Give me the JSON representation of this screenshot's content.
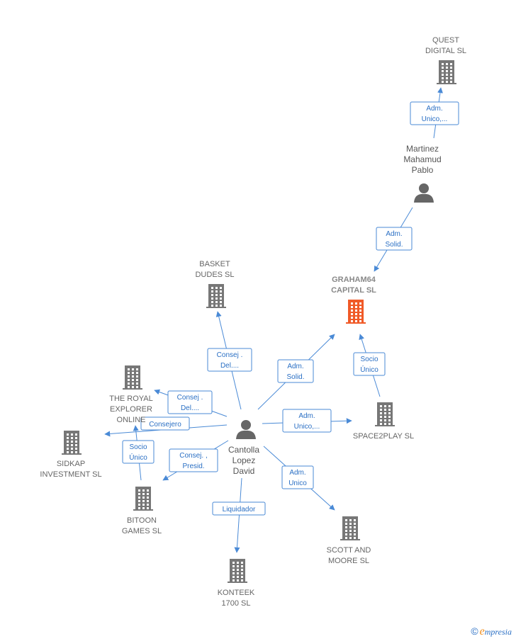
{
  "colors": {
    "edge": "#4a8ad6",
    "company": "#777777",
    "company_main": "#f05a28",
    "person": "#666666"
  },
  "nodes": [
    {
      "id": "quest",
      "type": "company",
      "lines": [
        "QUEST",
        "DIGITAL  SL"
      ]
    },
    {
      "id": "martinez",
      "type": "person",
      "lines": [
        "Martinez",
        "Mahamud",
        "Pablo"
      ]
    },
    {
      "id": "graham",
      "type": "company_main",
      "lines": [
        "GRAHAM64",
        "CAPITAL  SL"
      ]
    },
    {
      "id": "basket",
      "type": "company",
      "lines": [
        "BASKET",
        "DUDES SL"
      ]
    },
    {
      "id": "royal",
      "type": "company",
      "lines": [
        "THE ROYAL",
        "EXPLORER",
        "ONLINE"
      ]
    },
    {
      "id": "sidkap",
      "type": "company",
      "lines": [
        "SIDKAP",
        "INVESTMENT SL"
      ]
    },
    {
      "id": "space2play",
      "type": "company",
      "lines": [
        "SPACE2PLAY SL"
      ]
    },
    {
      "id": "cantolla",
      "type": "person",
      "lines": [
        "Cantolla",
        "Lopez",
        "David"
      ]
    },
    {
      "id": "bitoon",
      "type": "company",
      "lines": [
        "BITOON",
        "GAMES  SL"
      ]
    },
    {
      "id": "scott",
      "type": "company",
      "lines": [
        "SCOTT AND",
        "MOORE  SL"
      ]
    },
    {
      "id": "konteek",
      "type": "company",
      "lines": [
        "KONTEEK",
        "1700 SL"
      ]
    }
  ],
  "edges": [
    {
      "from": "martinez",
      "to": "quest",
      "label": [
        "Adm.",
        "Unico,..."
      ]
    },
    {
      "from": "martinez",
      "to": "graham",
      "label": [
        "Adm.",
        "Solid."
      ]
    },
    {
      "from": "cantolla",
      "to": "graham",
      "label": [
        "Adm.",
        "Solid."
      ]
    },
    {
      "from": "space2play",
      "to": "graham",
      "label": [
        "Socio",
        "Único"
      ]
    },
    {
      "from": "cantolla",
      "to": "basket",
      "label": [
        "Consej .",
        "Del...."
      ]
    },
    {
      "from": "cantolla",
      "to": "royal",
      "label": [
        "Consej .",
        "Del...."
      ]
    },
    {
      "from": "cantolla",
      "to": "sidkap",
      "label": [
        "Consejero"
      ]
    },
    {
      "from": "cantolla",
      "to": "space2play",
      "label": [
        "Adm.",
        "Unico,..."
      ]
    },
    {
      "from": "cantolla",
      "to": "bitoon",
      "label": [
        "Consej. ,",
        "Presid."
      ]
    },
    {
      "from": "bitoon",
      "to": "royal",
      "label": [
        "Socio",
        "Único"
      ]
    },
    {
      "from": "cantolla",
      "to": "scott",
      "label": [
        "Adm.",
        "Unico"
      ]
    },
    {
      "from": "cantolla",
      "to": "konteek",
      "label": [
        "Liquidador"
      ]
    }
  ],
  "footer": {
    "copyright": "©",
    "brand_initial": "e",
    "brand_rest": "mpresia"
  }
}
